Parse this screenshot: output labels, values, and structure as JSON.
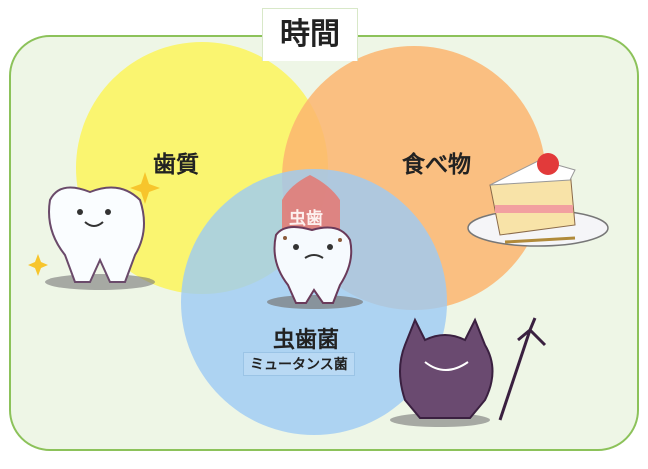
{
  "title": "時間",
  "circles": {
    "tooth_quality": "歯質",
    "food": "食べ物",
    "bacteria": "虫歯菌",
    "bacteria_sub": "ミュータンス菌"
  },
  "center": "虫歯",
  "colors": {
    "frame_border": "#8cc25a",
    "frame_fill": "#eef6e6",
    "yellow": "#fbf55a",
    "orange": "#fbb56e",
    "blue": "#9ccbf5",
    "center": "#e8736a"
  }
}
